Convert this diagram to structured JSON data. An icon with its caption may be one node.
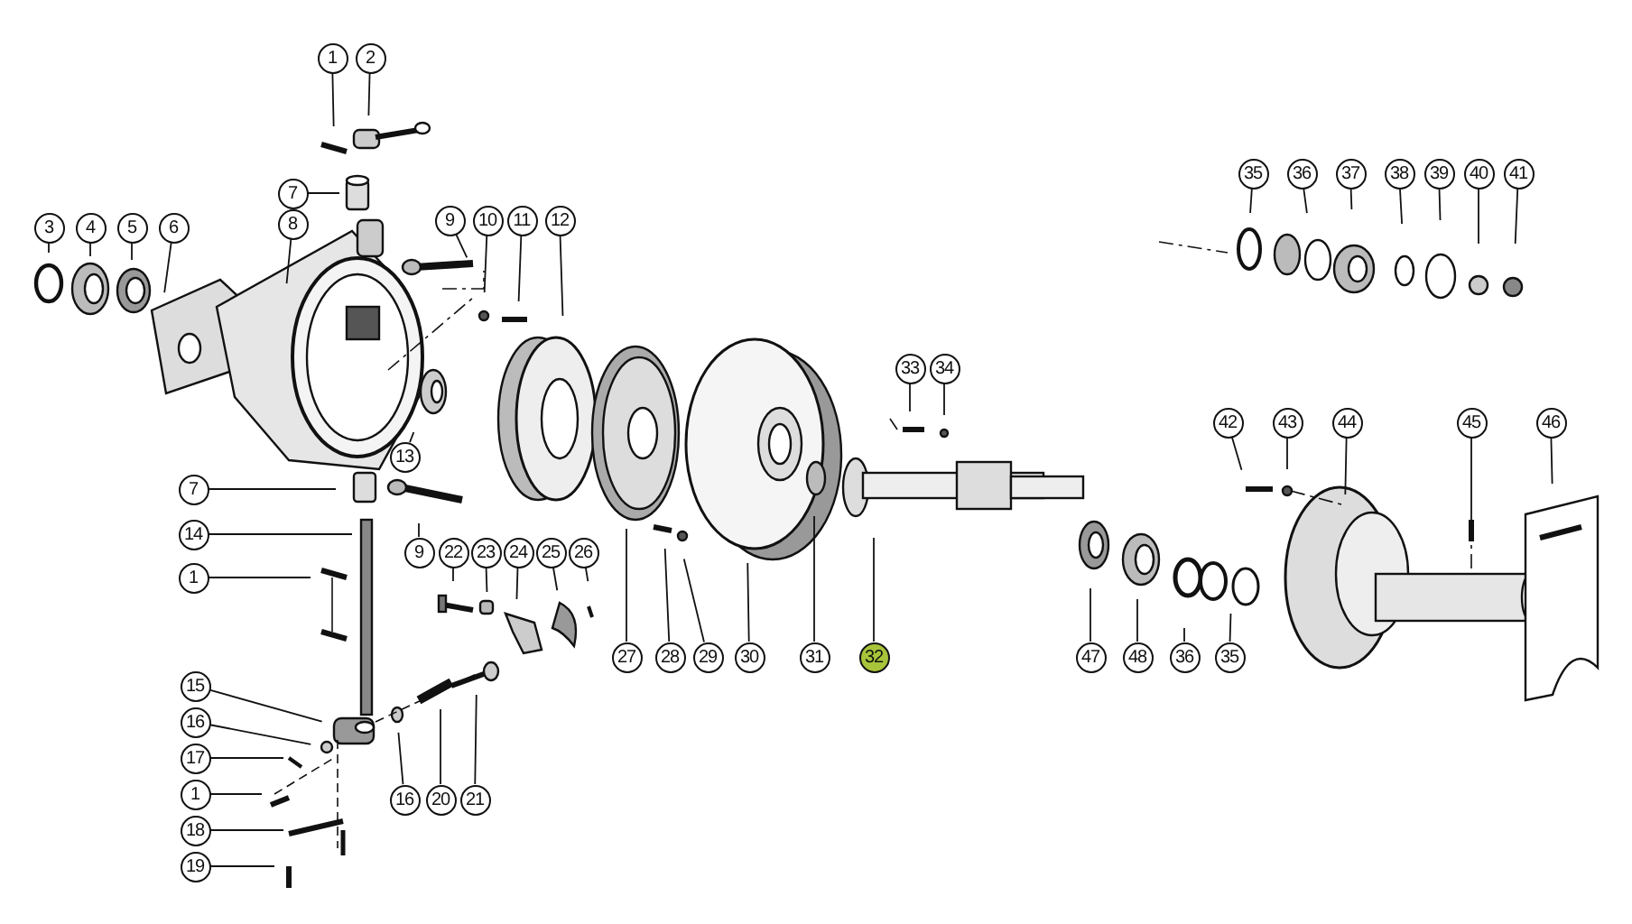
{
  "diagram": {
    "nodes": [
      {
        "text": [
          "1"
        ]
      },
      {
        "text": [
          "2"
        ]
      },
      {
        "text": [
          "7"
        ]
      },
      {
        "text": [
          "3"
        ]
      },
      {
        "text": [
          "4"
        ]
      },
      {
        "text": [
          "5"
        ]
      },
      {
        "text": [
          "6"
        ]
      },
      {
        "text": [
          "8"
        ]
      },
      {
        "text": [
          "9"
        ]
      },
      {
        "text": [
          "10"
        ]
      },
      {
        "text": [
          "11"
        ]
      },
      {
        "text": [
          "12"
        ]
      },
      {
        "text": [
          "13"
        ]
      },
      {
        "text": [
          "7"
        ]
      },
      {
        "text": [
          "14"
        ]
      },
      {
        "text": [
          "1"
        ]
      },
      {
        "text": [
          "9"
        ]
      },
      {
        "text": [
          "22"
        ]
      },
      {
        "text": [
          "23"
        ]
      },
      {
        "text": [
          "24"
        ]
      },
      {
        "text": [
          "25"
        ]
      },
      {
        "text": [
          "26"
        ]
      },
      {
        "text": [
          "15"
        ]
      },
      {
        "text": [
          "16"
        ]
      },
      {
        "text": [
          "17"
        ]
      },
      {
        "text": [
          "1"
        ]
      },
      {
        "text": [
          "18"
        ]
      },
      {
        "text": [
          "19"
        ]
      },
      {
        "text": [
          "16"
        ]
      },
      {
        "text": [
          "20"
        ]
      },
      {
        "text": [
          "21"
        ]
      },
      {
        "text": [
          "27"
        ]
      },
      {
        "text": [
          "28"
        ]
      },
      {
        "text": [
          "29"
        ]
      },
      {
        "text": [
          "30"
        ]
      },
      {
        "text": [
          "31"
        ]
      },
      {
        "text": [
          "32"
        ]
      },
      {
        "text": [
          "33"
        ]
      },
      {
        "text": [
          "34"
        ]
      },
      {
        "text": [
          "35"
        ]
      },
      {
        "text": [
          "36"
        ]
      },
      {
        "text": [
          "37"
        ]
      },
      {
        "text": [
          "38"
        ]
      },
      {
        "text": [
          "39"
        ]
      },
      {
        "text": [
          "40"
        ]
      },
      {
        "text": [
          "41"
        ]
      },
      {
        "text": [
          "42"
        ]
      },
      {
        "text": [
          "43"
        ]
      },
      {
        "text": [
          "44"
        ]
      },
      {
        "text": [
          "45"
        ]
      },
      {
        "text": [
          "46"
        ]
      },
      {
        "text": [
          "47"
        ]
      },
      {
        "text": [
          "48"
        ]
      },
      {
        "text": [
          "36"
        ]
      },
      {
        "text": [
          "35"
        ]
      }
    ],
    "edges": [
      {
        "from": 0,
        "to": null,
        "arrow": "none"
      },
      {
        "from": 1,
        "to": null,
        "arrow": "none"
      },
      {
        "from": 2,
        "to": null,
        "arrow": "none"
      },
      {
        "from": 3,
        "to": null,
        "arrow": "none"
      },
      {
        "from": 4,
        "to": null,
        "arrow": "none"
      },
      {
        "from": 5,
        "to": null,
        "arrow": "none"
      },
      {
        "from": 6,
        "to": null,
        "arrow": "none"
      },
      {
        "from": 7,
        "to": null,
        "arrow": "none"
      },
      {
        "from": 8,
        "to": null,
        "arrow": "none"
      },
      {
        "from": 9,
        "to": null,
        "arrow": "none"
      },
      {
        "from": 10,
        "to": null,
        "arrow": "none"
      },
      {
        "from": 11,
        "to": null,
        "arrow": "none"
      },
      {
        "from": 12,
        "to": null,
        "arrow": "none"
      },
      {
        "from": 13,
        "to": null,
        "arrow": "none"
      },
      {
        "from": 14,
        "to": null,
        "arrow": "none"
      },
      {
        "from": 15,
        "to": null,
        "arrow": "none"
      },
      {
        "from": 16,
        "to": null,
        "arrow": "none"
      },
      {
        "from": 17,
        "to": null,
        "arrow": "none"
      },
      {
        "from": 18,
        "to": null,
        "arrow": "none"
      },
      {
        "from": 19,
        "to": null,
        "arrow": "none"
      },
      {
        "from": 20,
        "to": null,
        "arrow": "none"
      },
      {
        "from": 21,
        "to": null,
        "arrow": "none"
      },
      {
        "from": 22,
        "to": null,
        "arrow": "none"
      },
      {
        "from": 23,
        "to": null,
        "arrow": "none"
      },
      {
        "from": 24,
        "to": null,
        "arrow": "none"
      },
      {
        "from": 25,
        "to": null,
        "arrow": "none"
      },
      {
        "from": 26,
        "to": null,
        "arrow": "none"
      },
      {
        "from": 27,
        "to": null,
        "arrow": "none"
      },
      {
        "from": 28,
        "to": null,
        "arrow": "none"
      },
      {
        "from": 29,
        "to": null,
        "arrow": "none"
      },
      {
        "from": 30,
        "to": null,
        "arrow": "none"
      },
      {
        "from": 31,
        "to": null,
        "arrow": "none"
      },
      {
        "from": 32,
        "to": null,
        "arrow": "none"
      },
      {
        "from": 33,
        "to": null,
        "arrow": "none"
      },
      {
        "from": 34,
        "to": null,
        "arrow": "none"
      },
      {
        "from": 35,
        "to": null,
        "arrow": "none"
      },
      {
        "from": 36,
        "to": null,
        "arrow": "none"
      },
      {
        "from": 37,
        "to": null,
        "arrow": "none"
      },
      {
        "from": 38,
        "to": null,
        "arrow": "none"
      },
      {
        "from": 39,
        "to": null,
        "arrow": "none"
      },
      {
        "from": 40,
        "to": null,
        "arrow": "none"
      },
      {
        "from": 41,
        "to": null,
        "arrow": "none"
      },
      {
        "from": 42,
        "to": null,
        "arrow": "none"
      },
      {
        "from": 43,
        "to": null,
        "arrow": "none"
      },
      {
        "from": 44,
        "to": null,
        "arrow": "none"
      },
      {
        "from": 45,
        "to": null,
        "arrow": "none"
      },
      {
        "from": 46,
        "to": null,
        "arrow": "none"
      },
      {
        "from": 47,
        "to": null,
        "arrow": "none"
      },
      {
        "from": 48,
        "to": null,
        "arrow": "none"
      },
      {
        "from": 49,
        "to": null,
        "arrow": "none"
      },
      {
        "from": 50,
        "to": null,
        "arrow": "none"
      },
      {
        "from": 51,
        "to": null,
        "arrow": "none"
      },
      {
        "from": 52,
        "to": null,
        "arrow": "none"
      },
      {
        "from": 53,
        "to": null,
        "arrow": "none"
      },
      {
        "from": 54,
        "to": null,
        "arrow": "none"
      }
    ]
  }
}
